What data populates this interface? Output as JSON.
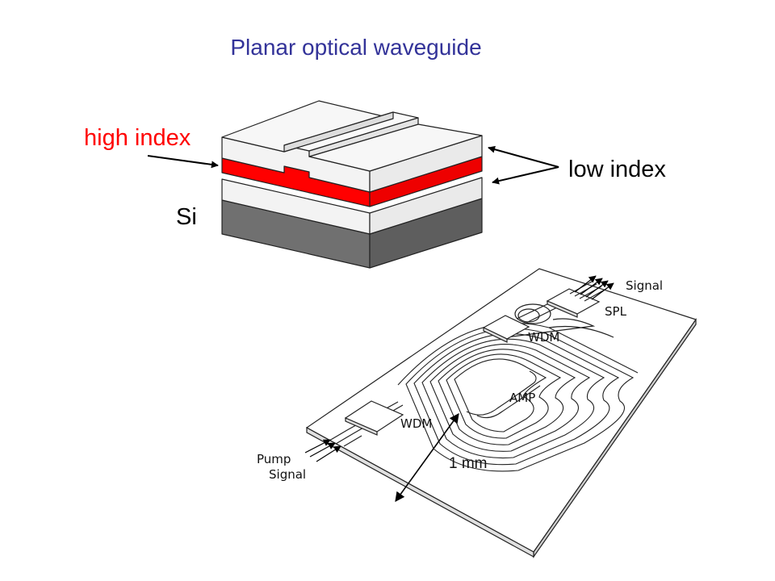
{
  "title": "Planar optical waveguide",
  "labels": {
    "high_index": "high index",
    "low_index": "low index",
    "si": "Si"
  },
  "chip": {
    "signal_out": "Signal",
    "spl": "SPL",
    "wdm_top": "WDM",
    "amp": "AMP",
    "wdm_bottom": "WDM",
    "pump": "Pump",
    "signal_in": "Signal",
    "scale": "1 mm"
  },
  "colors": {
    "title": "#333399",
    "high_index_text": "#ff0000",
    "core": "#ff0000",
    "cladding": "#f2f2f2",
    "substrate": "#707070"
  }
}
